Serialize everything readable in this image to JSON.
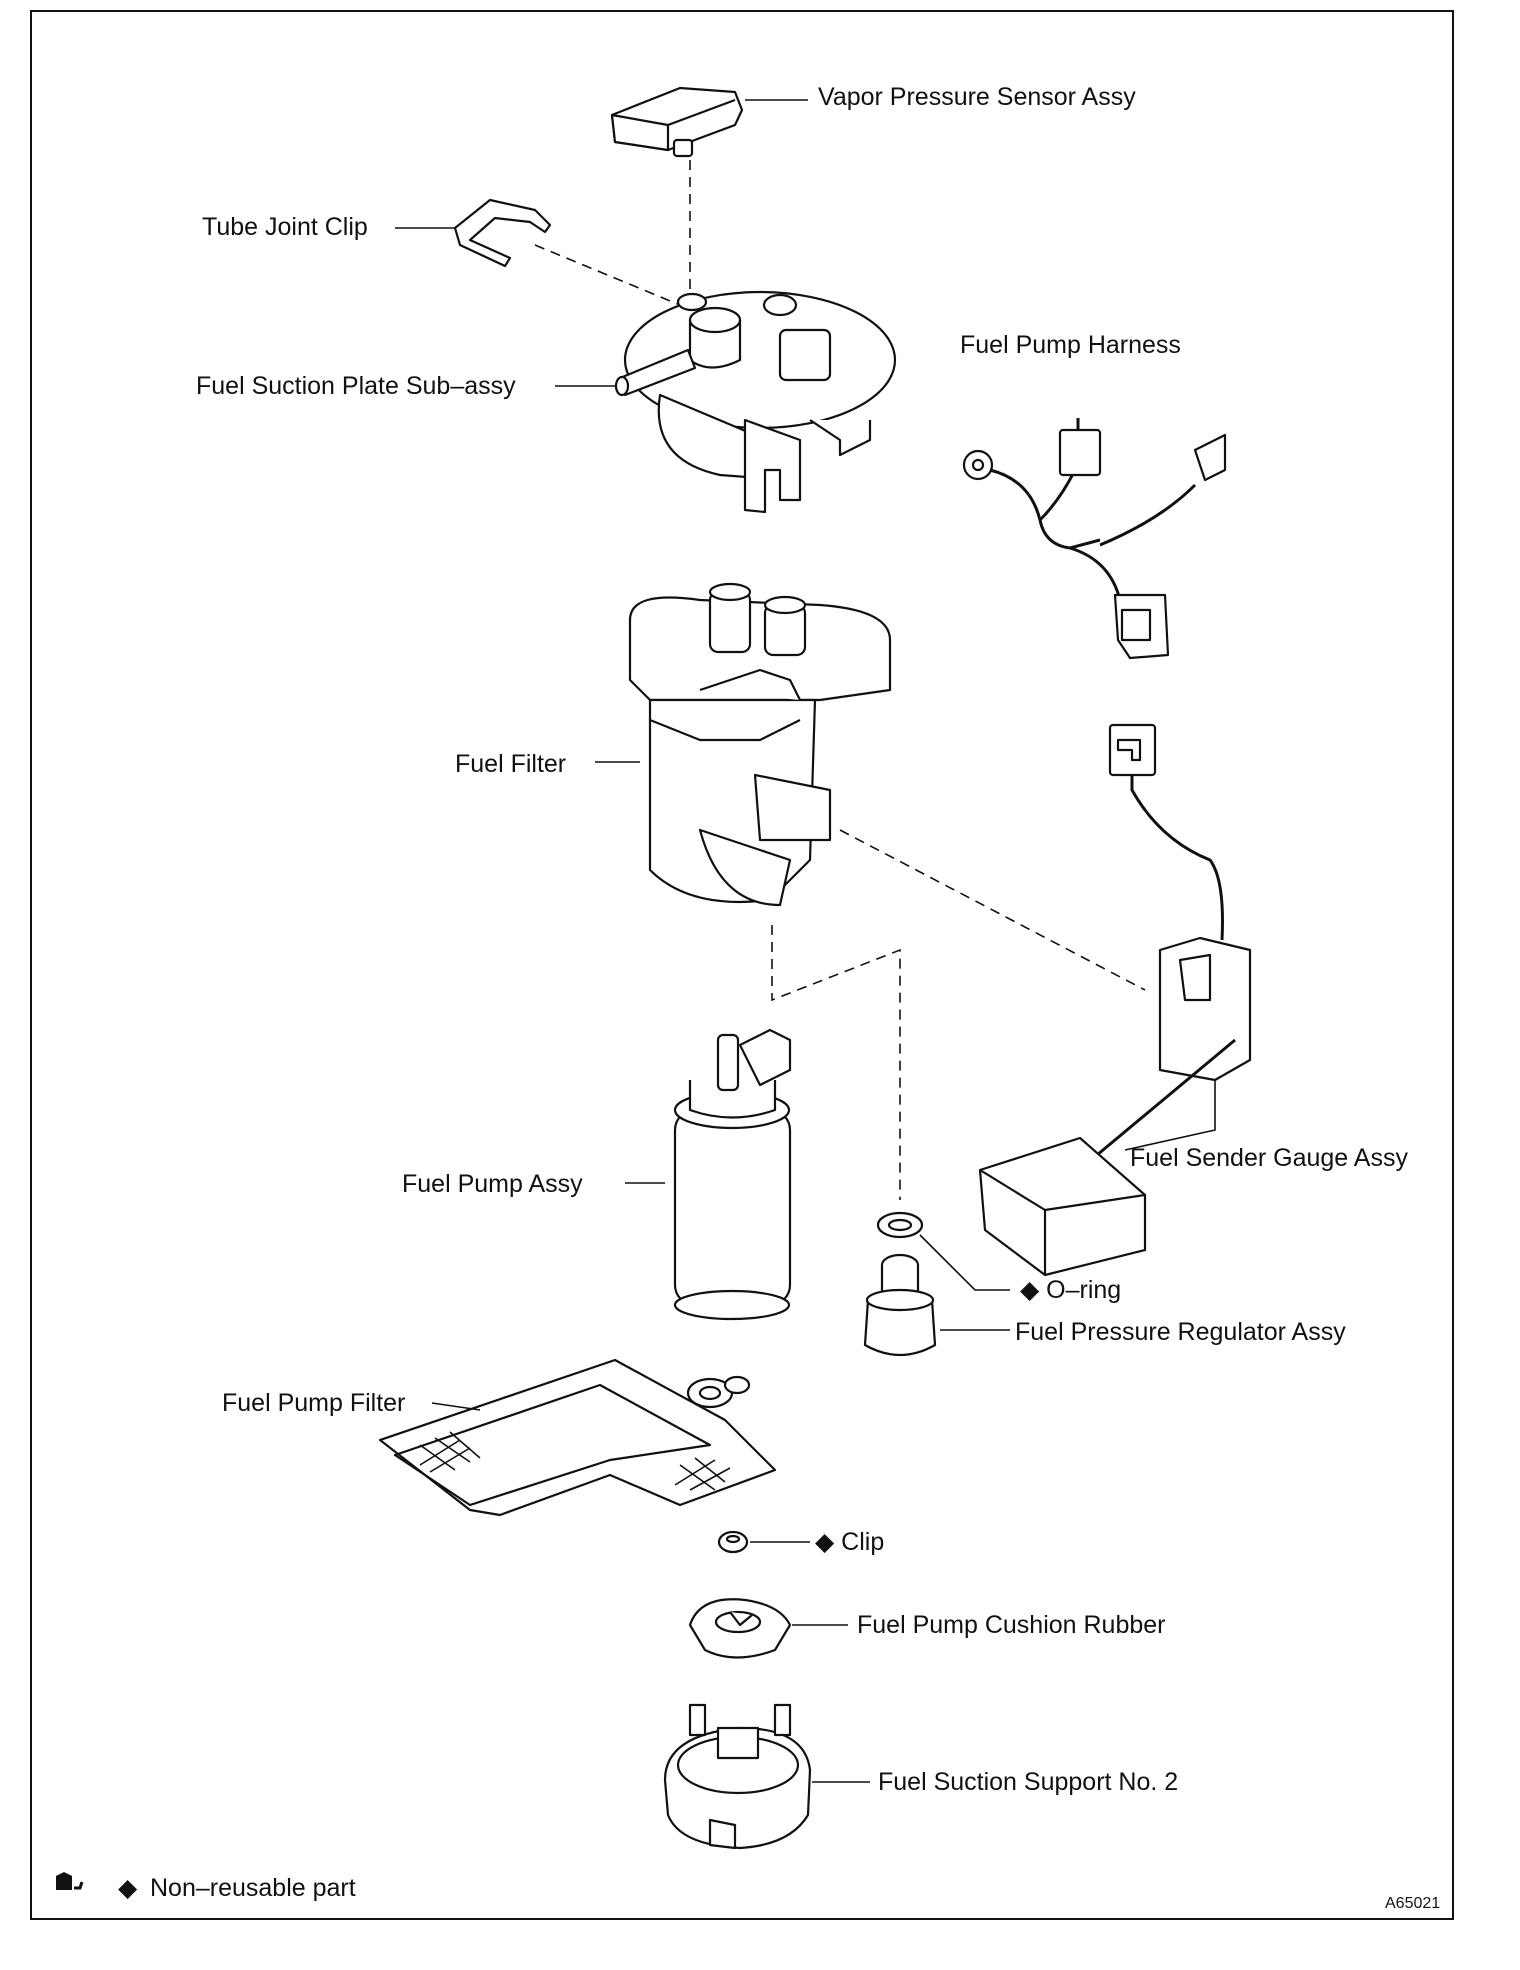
{
  "figure_code": "A65021",
  "legend": {
    "icon": "book-note-icon",
    "symbol": "◆",
    "text": "Non–reusable part"
  },
  "labels": {
    "vapor_pressure_sensor": "Vapor Pressure Sensor Assy",
    "tube_joint_clip": "Tube Joint Clip",
    "fuel_pump_harness": "Fuel Pump Harness",
    "fuel_suction_plate": "Fuel Suction Plate Sub–assy",
    "fuel_filter": "Fuel Filter",
    "fuel_sender_gauge": "Fuel Sender Gauge Assy",
    "fuel_pump_assy": "Fuel Pump Assy",
    "o_ring": "◆ O–ring",
    "fuel_pressure_regulator": "Fuel Pressure Regulator Assy",
    "fuel_pump_filter": "Fuel Pump Filter",
    "clip": "◆ Clip",
    "fuel_pump_cushion_rubber": "Fuel Pump Cushion Rubber",
    "fuel_suction_support": "Fuel Suction Support No. 2"
  }
}
